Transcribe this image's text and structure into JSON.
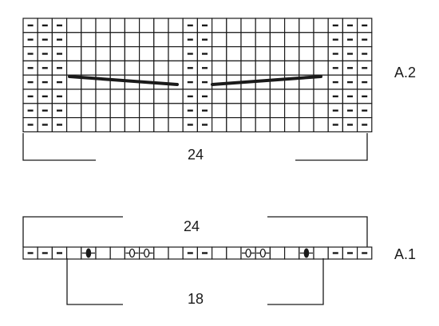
{
  "diagrams": {
    "a2": {
      "label": "A.2",
      "width_label": "24",
      "columns": 24,
      "rows": 8,
      "purl_columns": [
        0,
        1,
        2,
        11,
        12,
        21,
        22,
        23
      ],
      "decrease_lines": 2
    },
    "a1": {
      "label": "A.1",
      "top_width_label": "24",
      "bottom_width_label": "18",
      "columns": 24,
      "rows": 1,
      "purl_columns": [
        0,
        1,
        2,
        11,
        12,
        21,
        22,
        23
      ],
      "yarnover_columns": [
        7,
        8,
        15,
        16
      ],
      "bead_columns": [
        4,
        19
      ]
    }
  },
  "colors": {
    "ink": "#1a1a1a",
    "background": "#ffffff"
  }
}
